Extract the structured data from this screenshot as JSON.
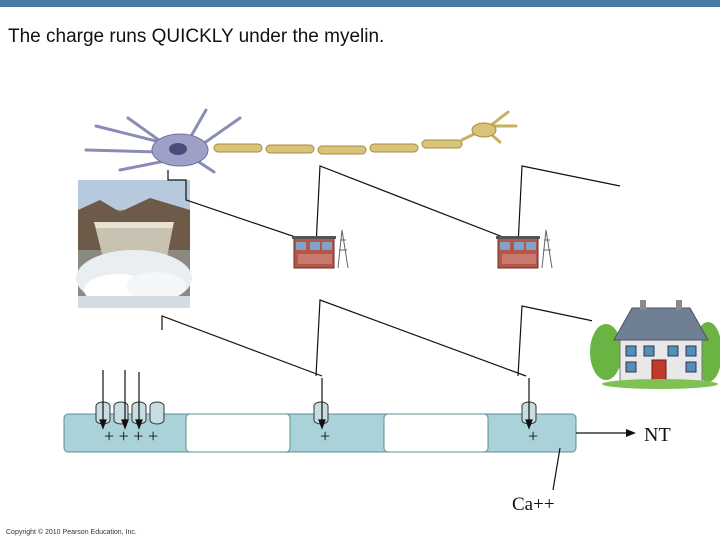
{
  "title": "The charge runs QUICKLY under the myelin.",
  "copyright": "Copyright © 2010 Pearson Education, Inc.",
  "labels": {
    "nt": "NT",
    "ca": "Ca++",
    "charges_cluster": "+ + + +",
    "charge_single_1": "+",
    "charge_single_2": "+"
  },
  "colors": {
    "accent_bar": "#4a7aa8",
    "axon_fill": "#a9d3d8",
    "myelin_fill": "#d9c27a",
    "neuron_body": "#9fa0c8",
    "house_wall": "#e8e8e8",
    "house_roof": "#6f8095",
    "water": "#cfe0ea",
    "building": "#b4564a"
  }
}
